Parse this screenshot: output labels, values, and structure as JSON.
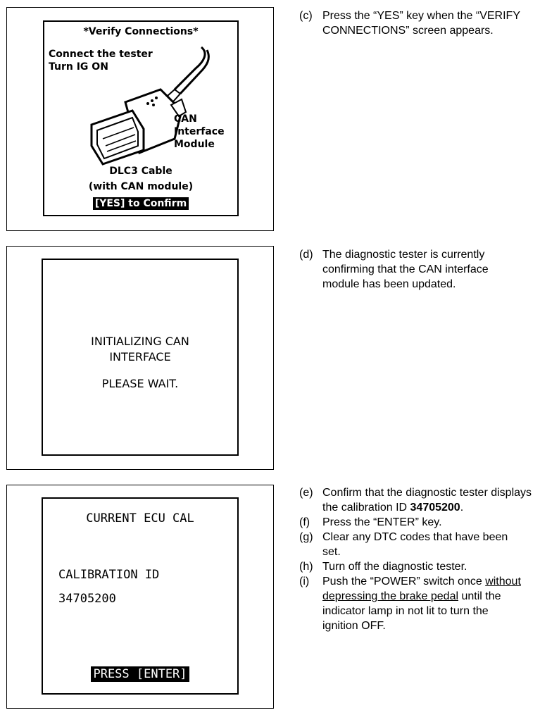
{
  "panel1": {
    "title": "*Verify Connections*",
    "instr_line1": "Connect the tester",
    "instr_line2": "Turn IG ON",
    "module_line1": "CAN",
    "module_line2": "Interface",
    "module_line3": "Module",
    "cable_line1": "DLC3 Cable",
    "cable_line2": "(with CAN module)",
    "confirm_button": "[YES] to Confirm"
  },
  "panel2": {
    "line1": "INITIALIZING CAN",
    "line2": "INTERFACE",
    "line3": "PLEASE WAIT."
  },
  "panel3": {
    "heading": "CURRENT ECU CAL",
    "cal_label": "CALIBRATION ID",
    "cal_value": "34705200",
    "press_button": "PRESS [ENTER]"
  },
  "steps": {
    "c": {
      "label": "(c)",
      "text": "Press the “YES” key when the “VERIFY CONNECTIONS” screen appears."
    },
    "d": {
      "label": "(d)",
      "text": "The diagnostic tester is currently confirming that the CAN interface module has been updated."
    },
    "e": {
      "label": "(e)",
      "text_before": "Confirm that the diagnostic tester displays the calibration ID ",
      "bold": "34705200",
      "text_after": "."
    },
    "f": {
      "label": "(f)",
      "text": "Press the “ENTER” key."
    },
    "g": {
      "label": "(g)",
      "text": "Clear any DTC codes that have been set."
    },
    "h": {
      "label": "(h)",
      "text": "Turn off the diagnostic tester."
    },
    "i": {
      "label": "(i)",
      "text_before": "Push the “POWER” switch once ",
      "underline": "without depressing the brake pedal",
      "text_after": " until the indicator lamp in not lit to turn the ignition OFF."
    }
  }
}
